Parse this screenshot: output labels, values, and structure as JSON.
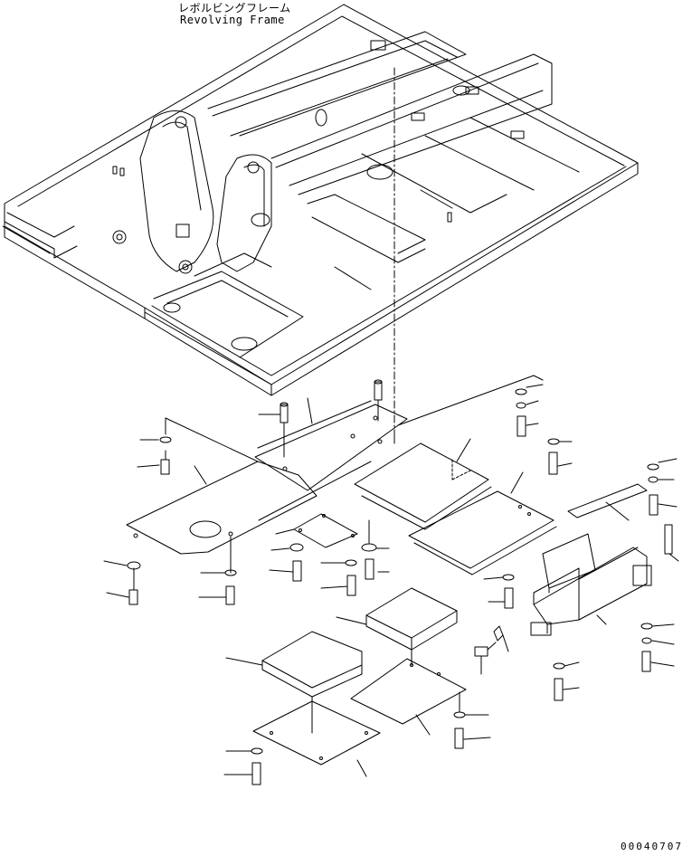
{
  "captions": {
    "title_jp": "レボルビングフレーム",
    "title_en": "Revolving Frame",
    "drawing_number": "00040707"
  },
  "colors": {
    "line": "#000000",
    "background": "#ffffff"
  }
}
